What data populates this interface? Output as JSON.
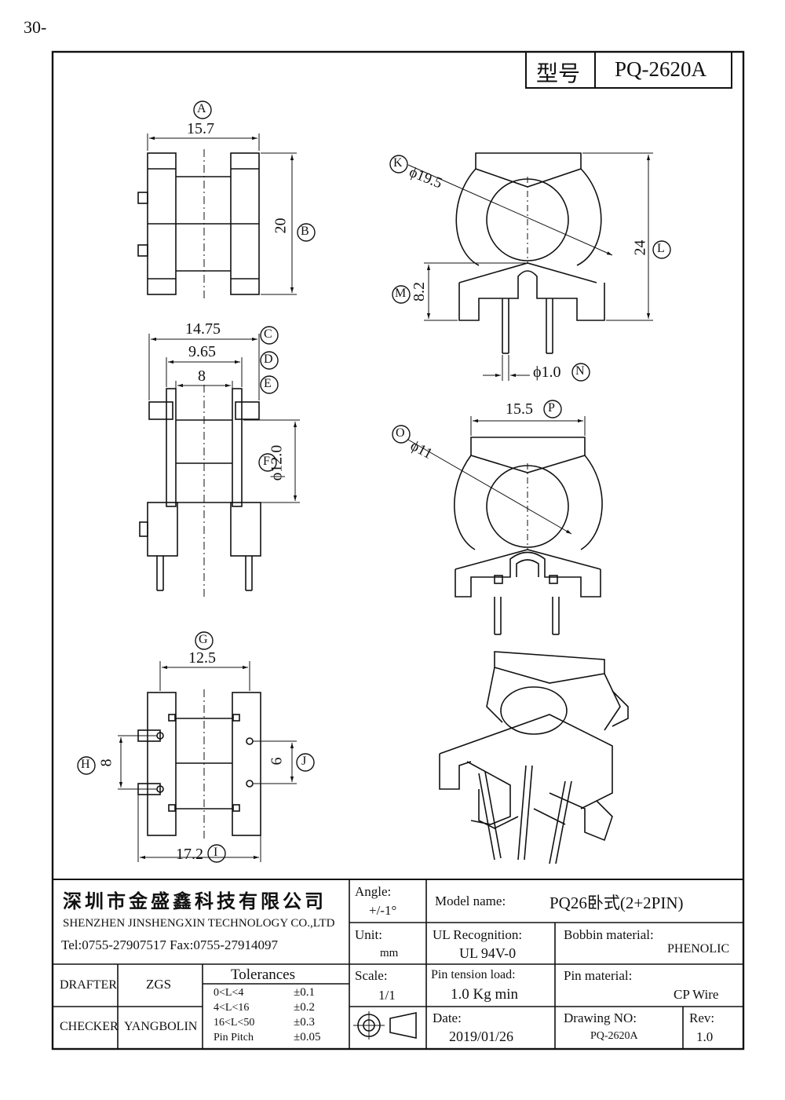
{
  "page_number": "30-",
  "title_block": {
    "type_label": "型号",
    "model_code": "PQ-2620A"
  },
  "dimensions": {
    "A": {
      "letter": "A",
      "value": "15.7"
    },
    "B": {
      "letter": "B",
      "value": "20"
    },
    "C": {
      "letter": "C",
      "value": "14.75"
    },
    "D": {
      "letter": "D",
      "value": "9.65"
    },
    "E": {
      "letter": "E",
      "value": "8"
    },
    "F": {
      "letter": "F",
      "value": "ϕ12.0"
    },
    "G": {
      "letter": "G",
      "value": "12.5"
    },
    "H": {
      "letter": "H",
      "value": "8"
    },
    "I": {
      "letter": "I",
      "value": "17.2"
    },
    "J": {
      "letter": "J",
      "value": "6"
    },
    "K": {
      "letter": "K",
      "value": "ϕ19.5"
    },
    "L": {
      "letter": "L",
      "value": "24"
    },
    "M": {
      "letter": "M",
      "value": "8.2"
    },
    "N": {
      "letter": "N",
      "value": "ϕ1.0"
    },
    "O": {
      "letter": "O",
      "value": "ϕ11"
    },
    "P": {
      "letter": "P",
      "value": "15.5"
    }
  },
  "company": {
    "name_cn": "深圳市金盛鑫科技有限公司",
    "name_en": "SHENZHEN JINSHENGXIN TECHNOLOGY CO.,LTD",
    "contact": "Tel:0755-27907517   Fax:0755-27914097"
  },
  "staff": {
    "drafter_label": "DRAFTER",
    "drafter": "ZGS",
    "checker_label": "CHECKER",
    "checker": "YANGBOLIN"
  },
  "tolerances": {
    "title": "Tolerances",
    "rows": [
      {
        "range": "0<L<4",
        "tol": "±0.1"
      },
      {
        "range": "4<L<16",
        "tol": "±0.2"
      },
      {
        "range": "16<L<50",
        "tol": "±0.3"
      },
      {
        "range": "Pin Pitch",
        "tol": "±0.05"
      }
    ]
  },
  "specs": {
    "angle_label": "Angle:",
    "angle_value": "+/-1°",
    "unit_label": "Unit:",
    "unit_value": "mm",
    "scale_label": "Scale:",
    "scale_value": "1/1",
    "model_name_label": "Model name:",
    "model_name_value": "PQ26卧式(2+2PIN)",
    "ul_label": "UL Recognition:",
    "ul_value": "UL 94V-0",
    "bobbin_label": "Bobbin material:",
    "bobbin_value": "PHENOLIC",
    "pin_tension_label": "Pin tension load:",
    "pin_tension_value": "1.0 Kg min",
    "pin_material_label": "Pin material:",
    "pin_material_value": "CP Wire",
    "date_label": "Date:",
    "date_value": "2019/01/26",
    "drawing_no_label": "Drawing NO:",
    "drawing_no_value": "PQ-2620A",
    "rev_label": "Rev:",
    "rev_value": "1.0"
  }
}
